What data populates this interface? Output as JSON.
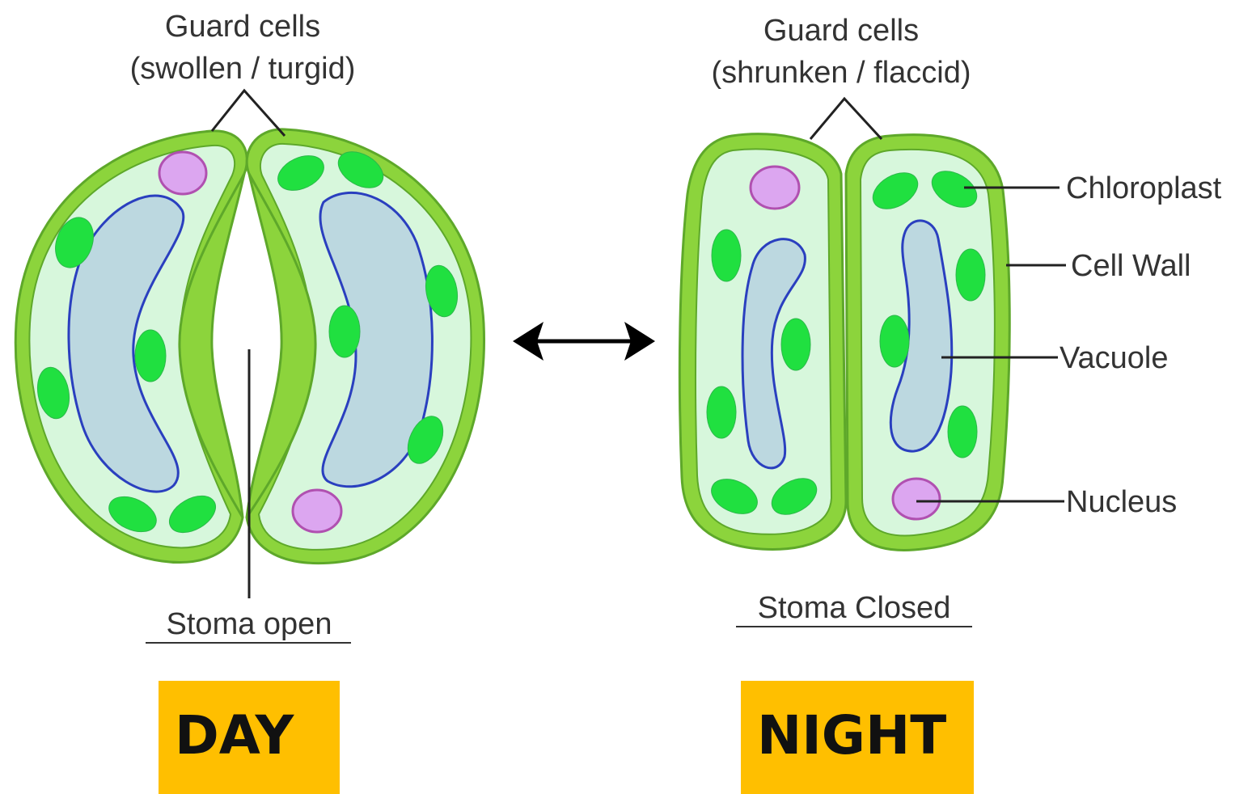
{
  "colors": {
    "cell_wall": "#8cd43c",
    "cell_wall_stroke": "#5ea82a",
    "cytoplasm": "#d7f7dc",
    "chloroplast": "#20e040",
    "vacuole_fill": "#bcd8e0",
    "vacuole_stroke": "#2a3fbf",
    "nucleus_fill": "#dca6f0",
    "nucleus_stroke": "#b050b0",
    "badge": "#ffbf00",
    "text": "#333333"
  },
  "day": {
    "guard_cells_title": "Guard cells",
    "guard_cells_state": "(swollen / turgid)",
    "stoma_label": "Stoma open",
    "badge": "DAY"
  },
  "night": {
    "guard_cells_title": "Guard cells",
    "guard_cells_state": "(shrunken / flaccid)",
    "stoma_label": "Stoma Closed",
    "badge": "NIGHT"
  },
  "parts": {
    "chloroplast": "Chloroplast",
    "cell_wall": "Cell Wall",
    "vacuole": "Vacuole",
    "nucleus": "Nucleus"
  },
  "arrow_icon": "double-headed-arrow"
}
